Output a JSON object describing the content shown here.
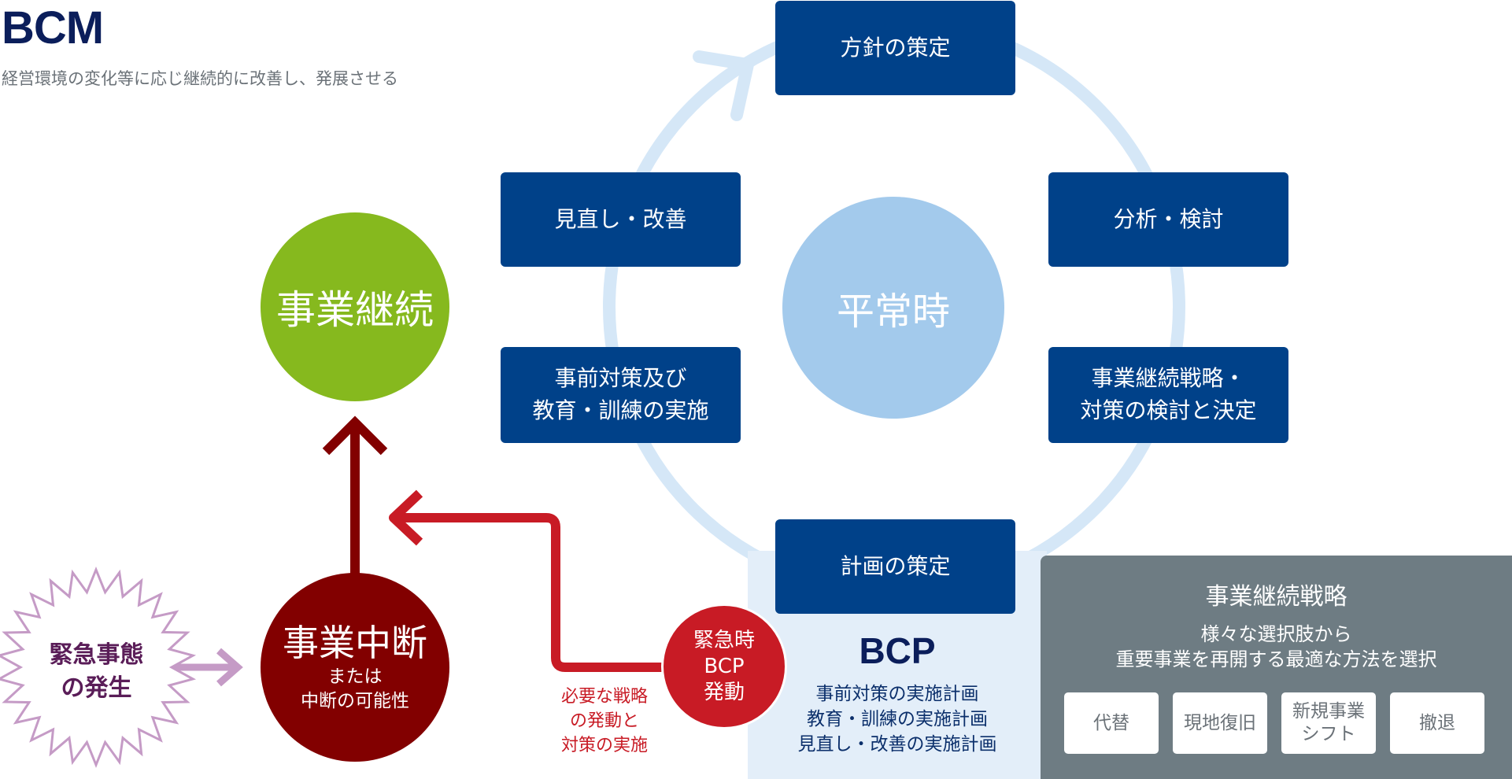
{
  "header": {
    "title": "BCM",
    "subtitle": "経営環境の変化等に応じ継続的に改善し、発展させる"
  },
  "cycle": {
    "center": "平常時",
    "steps": [
      "方針の策定",
      "分析・検討",
      "事業継続戦略・\n対策の検討と決定",
      "計画の策定",
      "事前対策及び\n教育・訓練の実施",
      "見直し・改善"
    ]
  },
  "continuity": {
    "label": "事業継続"
  },
  "interruption": {
    "label": "事業中断",
    "sub": "または\n中断の可能性"
  },
  "emergency": {
    "label": "緊急事態\nの発生"
  },
  "activation": {
    "label": "緊急時\nBCP\n発動"
  },
  "response": {
    "label": "必要な戦略\nの発動と\n対策の実施"
  },
  "bcp": {
    "title": "BCP",
    "items": [
      "事前対策の実施計画",
      "教育・訓練の実施計画",
      "見直し・改善の実施計画"
    ]
  },
  "strategy": {
    "title": "事業継続戦略",
    "description": "様々な選択肢から\n重要事業を再開する最適な方法を選択",
    "options": [
      "代替",
      "現地復旧",
      "新規事業\nシフト",
      "撤退"
    ]
  },
  "colors": {
    "navy": "#004189",
    "ring": "#d5e7f7",
    "center": "#a3caec",
    "green": "#86b91e",
    "darkred": "#820000",
    "red": "#c81b25",
    "purple": "#5a1d58",
    "lavender": "#c59bc6",
    "panel_gray": "#6e7c83",
    "panel_blue": "#e3eef9"
  }
}
